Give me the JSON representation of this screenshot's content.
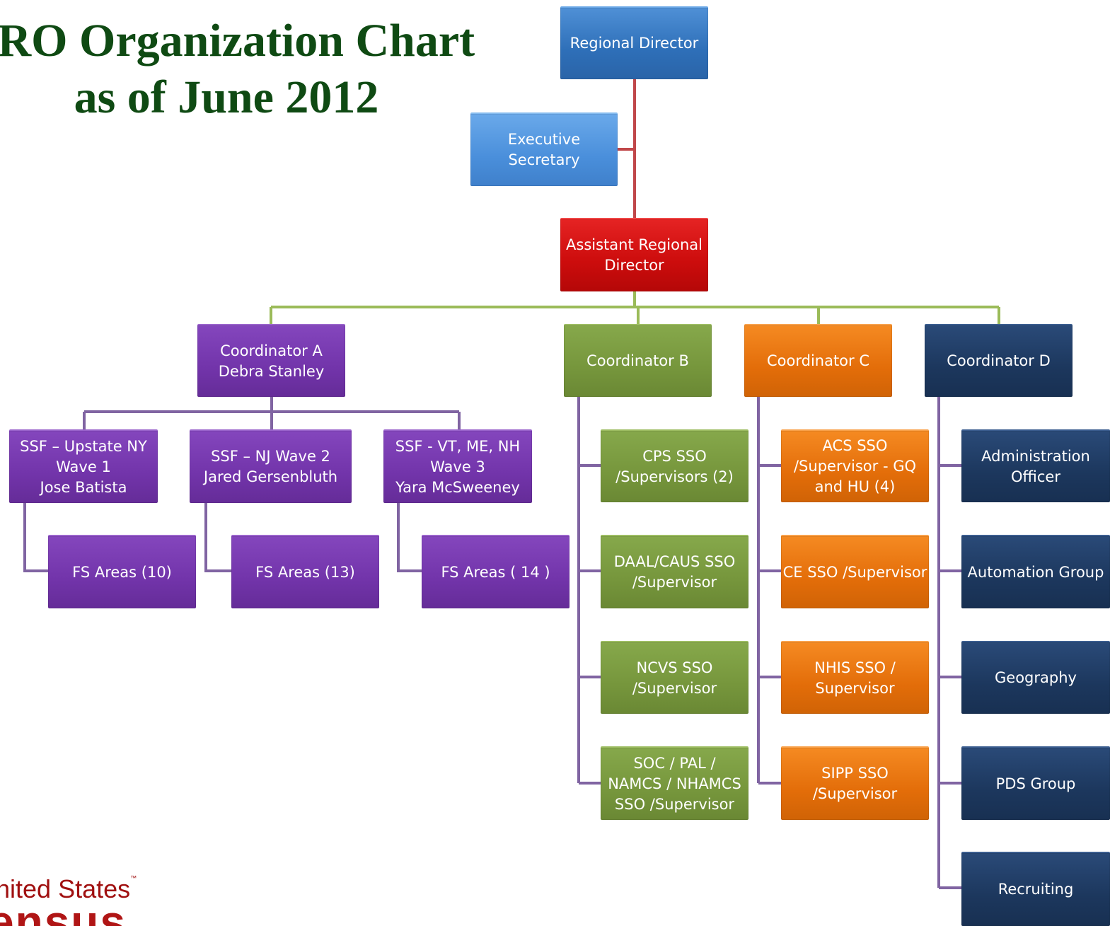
{
  "title": {
    "line1": "YRO Organization  Chart",
    "line2": "as of June 2012"
  },
  "logo": {
    "line1": "nited States",
    "trademark": "™",
    "line2": "ensus"
  },
  "colors": {
    "title": "#0f4a13",
    "line_red": "#c0474a",
    "line_green": "#9bbb59",
    "line_purple": "#8064a2"
  },
  "nodes": {
    "regional_director": "Regional Director",
    "executive_secretary": "Executive\nSecretary",
    "assistant_regional_director": "Assistant Regional\nDirector",
    "coordinator_a": "Coordinator A\nDebra Stanley",
    "coordinator_b": "Coordinator B",
    "coordinator_c": "Coordinator C",
    "coordinator_d": "Coordinator D",
    "ssf_upstate": "SSF – Upstate NY\nWave 1\nJose Batista",
    "ssf_nj": "SSF – NJ Wave 2\nJared Gersenbluth",
    "ssf_vt": "SSF -  VT, ME, NH\nWave 3\nYara McSweeney",
    "fs_areas_10": "FS Areas (10)",
    "fs_areas_13": "FS Areas (13)",
    "fs_areas_14": "FS Areas ( 14 )",
    "cps_sso": "CPS SSO\n/Supervisors (2)",
    "daal_caus_sso": "DAAL/CAUS SSO\n/Supervisor",
    "ncvs_sso": "NCVS SSO\n/Supervisor",
    "soc_pal_sso": "SOC / PAL /\nNAMCS / NHAMCS\nSSO /Supervisor",
    "acs_sso": "ACS SSO\n/Supervisor  - GQ\nand HU (4)",
    "ce_sso": "CE SSO /Supervisor",
    "nhis_sso": "NHIS SSO /\nSupervisor",
    "sipp_sso": "SIPP SSO\n/Supervisor",
    "administration_officer": "Administration\nOfficer",
    "automation_group": "Automation Group",
    "geography": "Geography",
    "pds_group": "PDS Group",
    "recruiting": "Recruiting"
  }
}
